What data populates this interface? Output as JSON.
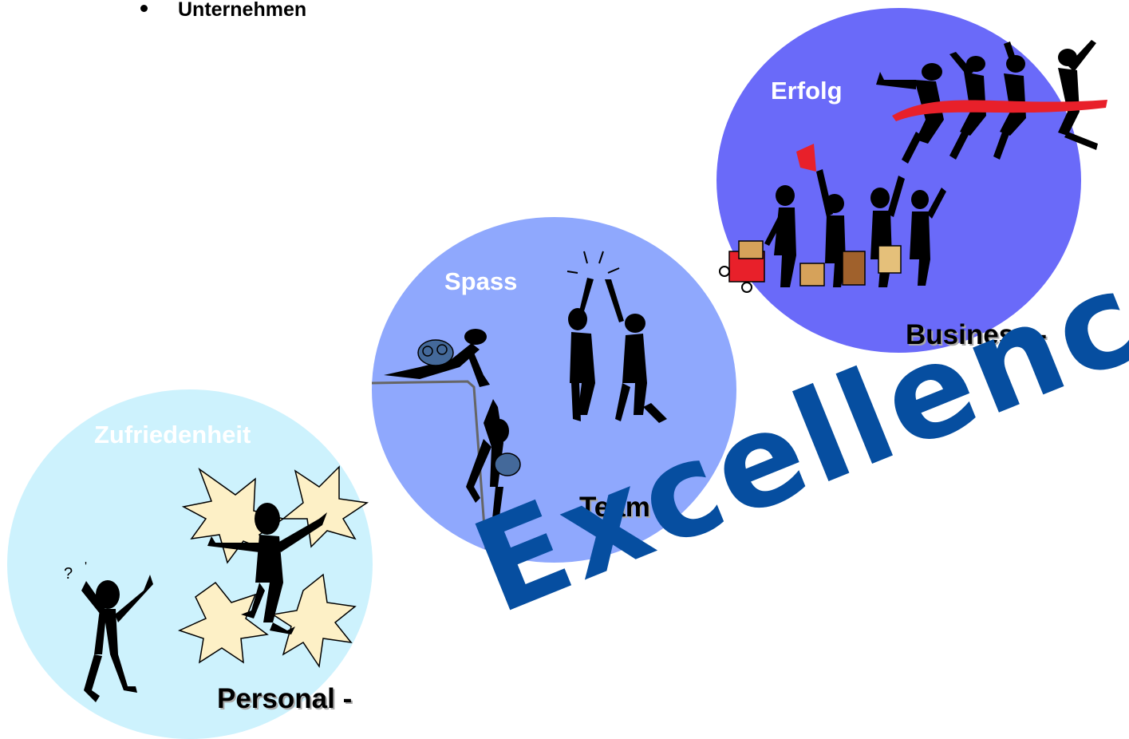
{
  "bullet": {
    "text": "Unternehmen"
  },
  "bubbles": [
    {
      "word": "Zufriedenheit",
      "word_color": "#ffffff",
      "level_label": "Personal -",
      "fill": "#cdf2fd"
    },
    {
      "word": "Spass",
      "word_color": "#ffffff",
      "level_label": "Team -",
      "fill": "#8fa8fd"
    },
    {
      "word": "Erfolg",
      "word_color": "#ffffff",
      "level_label": "Business -",
      "fill": "#6a6af9"
    }
  ],
  "excellence": {
    "text": "Excellence",
    "color": "#064ea0"
  },
  "icons": {
    "personal_art": "confused-and-happy-stick-figures-illustration",
    "team_art": "climbers-and-high-five-illustration",
    "business_art": "finish-line-and-celebrating-team-illustration"
  }
}
